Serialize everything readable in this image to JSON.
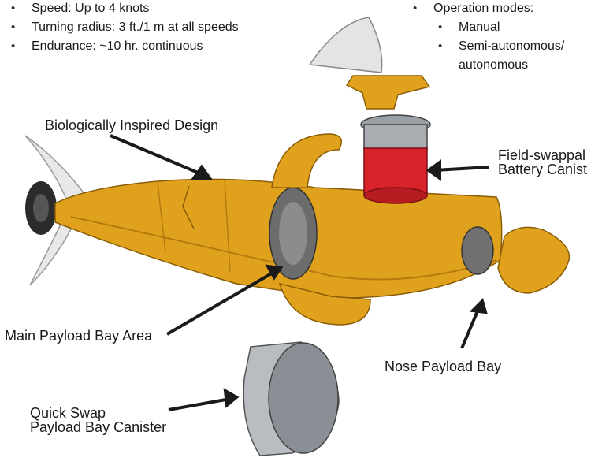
{
  "specs_left": [
    "Speed:  Up to 4 knots",
    "Turning radius:  3 ft./1 m at all speeds",
    "Endurance:  ~10 hr. continuous"
  ],
  "specs_right": {
    "heading": "Operation modes:",
    "modes": [
      "Manual",
      "Semi-autonomous/",
      "autonomous"
    ]
  },
  "callouts": {
    "bio": "Biologically Inspired Design",
    "battery_line1": "Field-swappal",
    "battery_line2": "Battery Canist",
    "main_payload": "Main Payload Bay Area",
    "nose_payload": "Nose Payload Bay",
    "quick_swap_line1": "Quick Swap",
    "quick_swap_line2": "Payload Bay Canister"
  },
  "colors": {
    "hull": "#e0a21c",
    "hull_shadow": "#b47a10",
    "battery": "#d8232a",
    "fin": "#e6e6e6",
    "canister": "#b9bcc0"
  }
}
